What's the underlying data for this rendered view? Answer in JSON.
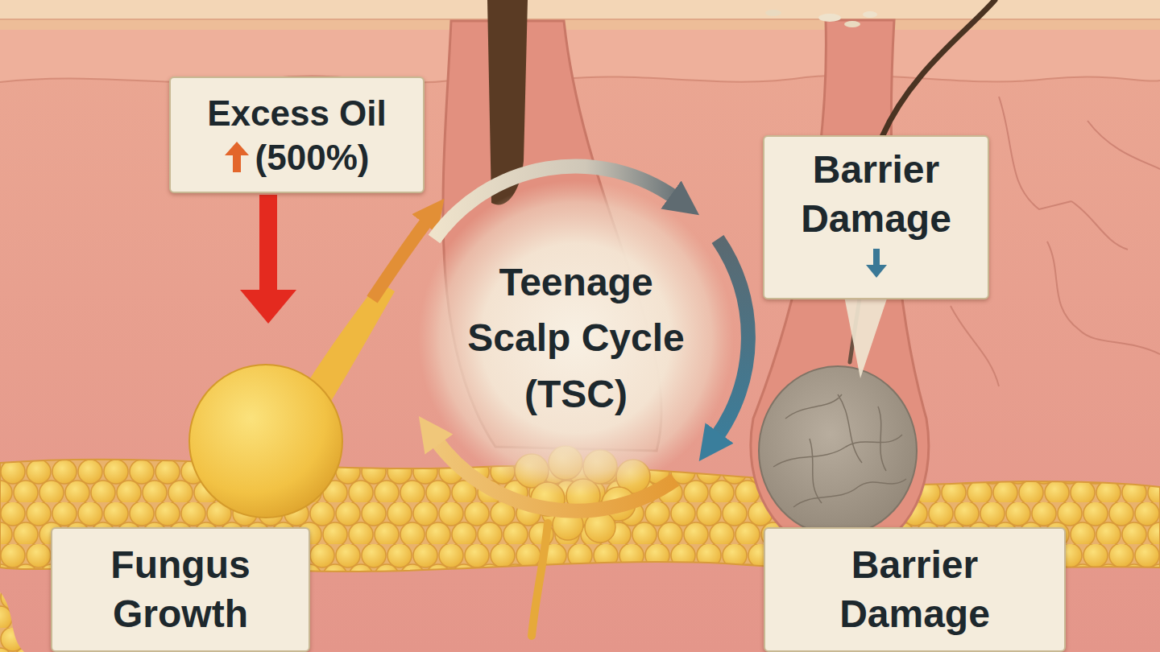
{
  "diagram": {
    "nodes": [
      {
        "text": [
          "Excess Oil",
          "(500%)"
        ]
      },
      {
        "text": [
          "Barrier Damage"
        ]
      },
      {
        "text": [
          "Teenage Scalp Cycle (TSC)"
        ]
      },
      {
        "text": [
          "Fungus Growth"
        ]
      },
      {
        "text": [
          "Barrier Damage"
        ]
      }
    ]
  }
}
